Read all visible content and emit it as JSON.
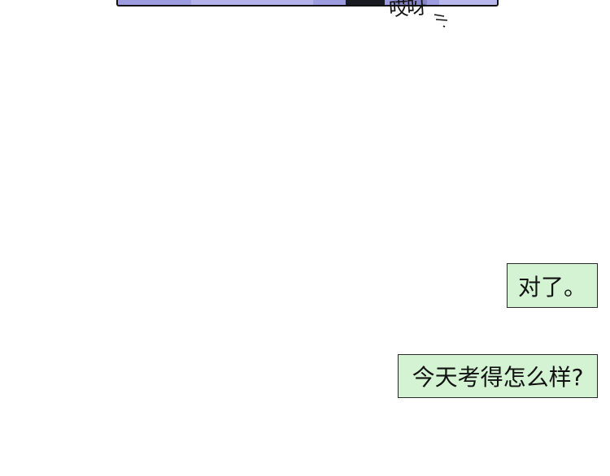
{
  "sfx": {
    "text": "哎呀"
  },
  "bubbles": [
    {
      "text": "对了。"
    },
    {
      "text": "今天考得怎么样?"
    }
  ],
  "colors": {
    "background": "#ffffff",
    "panel": "#9d9ce0",
    "bubble_fill": "#d3f3d3",
    "bubble_border": "#2a2a2a",
    "text": "#111111"
  }
}
